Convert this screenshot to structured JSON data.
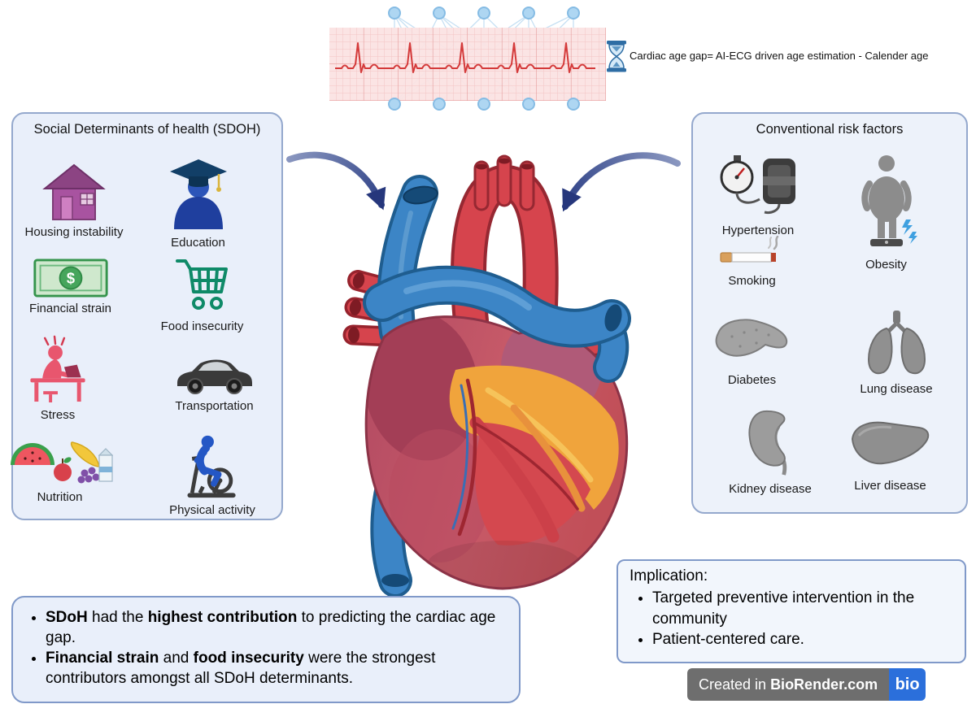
{
  "header": {
    "ecg_caption": "Cardiac age gap= AI-ECG driven age estimation - Calender age"
  },
  "sdoh_panel": {
    "title": "Social Determinants of health (SDOH)",
    "items": [
      {
        "label": "Housing instability",
        "icon": "house-icon"
      },
      {
        "label": "Education",
        "icon": "graduate-icon"
      },
      {
        "label": "Financial strain",
        "icon": "money-icon"
      },
      {
        "label": "Food insecurity",
        "icon": "shopping-cart-icon"
      },
      {
        "label": "Stress",
        "icon": "stressed-person-icon"
      },
      {
        "label": "Transportation",
        "icon": "car-icon"
      },
      {
        "label": "Nutrition",
        "icon": "fruits-icon"
      },
      {
        "label": "Physical activity",
        "icon": "cyclist-icon"
      }
    ]
  },
  "risk_panel": {
    "title": "Conventional risk factors",
    "items": [
      {
        "label": "Hypertension",
        "icon": "blood-pressure-icon"
      },
      {
        "label": "Obesity",
        "icon": "obese-person-icon"
      },
      {
        "label": "Smoking",
        "icon": "cigarette-icon"
      },
      {
        "label": "Diabetes",
        "icon": "pancreas-icon"
      },
      {
        "label": "Lung disease",
        "icon": "lungs-icon"
      },
      {
        "label": "Kidney disease",
        "icon": "kidney-icon"
      },
      {
        "label": "Liver disease",
        "icon": "liver-icon"
      }
    ]
  },
  "findings_box": {
    "bullets": [
      {
        "segments": [
          {
            "text": "SDoH",
            "bold": true
          },
          {
            "text": " had the ",
            "bold": false
          },
          {
            "text": "highest contribution",
            "bold": true
          },
          {
            "text": " to predicting the cardiac age gap.",
            "bold": false
          }
        ]
      },
      {
        "segments": [
          {
            "text": "Financial strain",
            "bold": true
          },
          {
            "text": " and ",
            "bold": false
          },
          {
            "text": "food insecurity",
            "bold": true
          },
          {
            "text": " were the strongest contributors amongst all SDoH determinants.",
            "bold": false
          }
        ]
      }
    ]
  },
  "implication_box": {
    "title": "Implication:",
    "bullets": [
      "Targeted preventive intervention in the community",
      "Patient-centered care."
    ]
  },
  "footer": {
    "credit_prefix": "Created in ",
    "credit_brand": "BioRender.com",
    "logo_text": "bio"
  },
  "money_symbol": "$",
  "colors": {
    "panel_border": "#94a8cd",
    "panel_bg": "#e9effa",
    "arrow": "#3d549f",
    "heart_red": "#c75a68",
    "vessel_blue": "#3c85c6",
    "vessel_red": "#d6444d",
    "brand_blue": "#2b6fdb",
    "badge_gray": "#6e6e6e"
  }
}
